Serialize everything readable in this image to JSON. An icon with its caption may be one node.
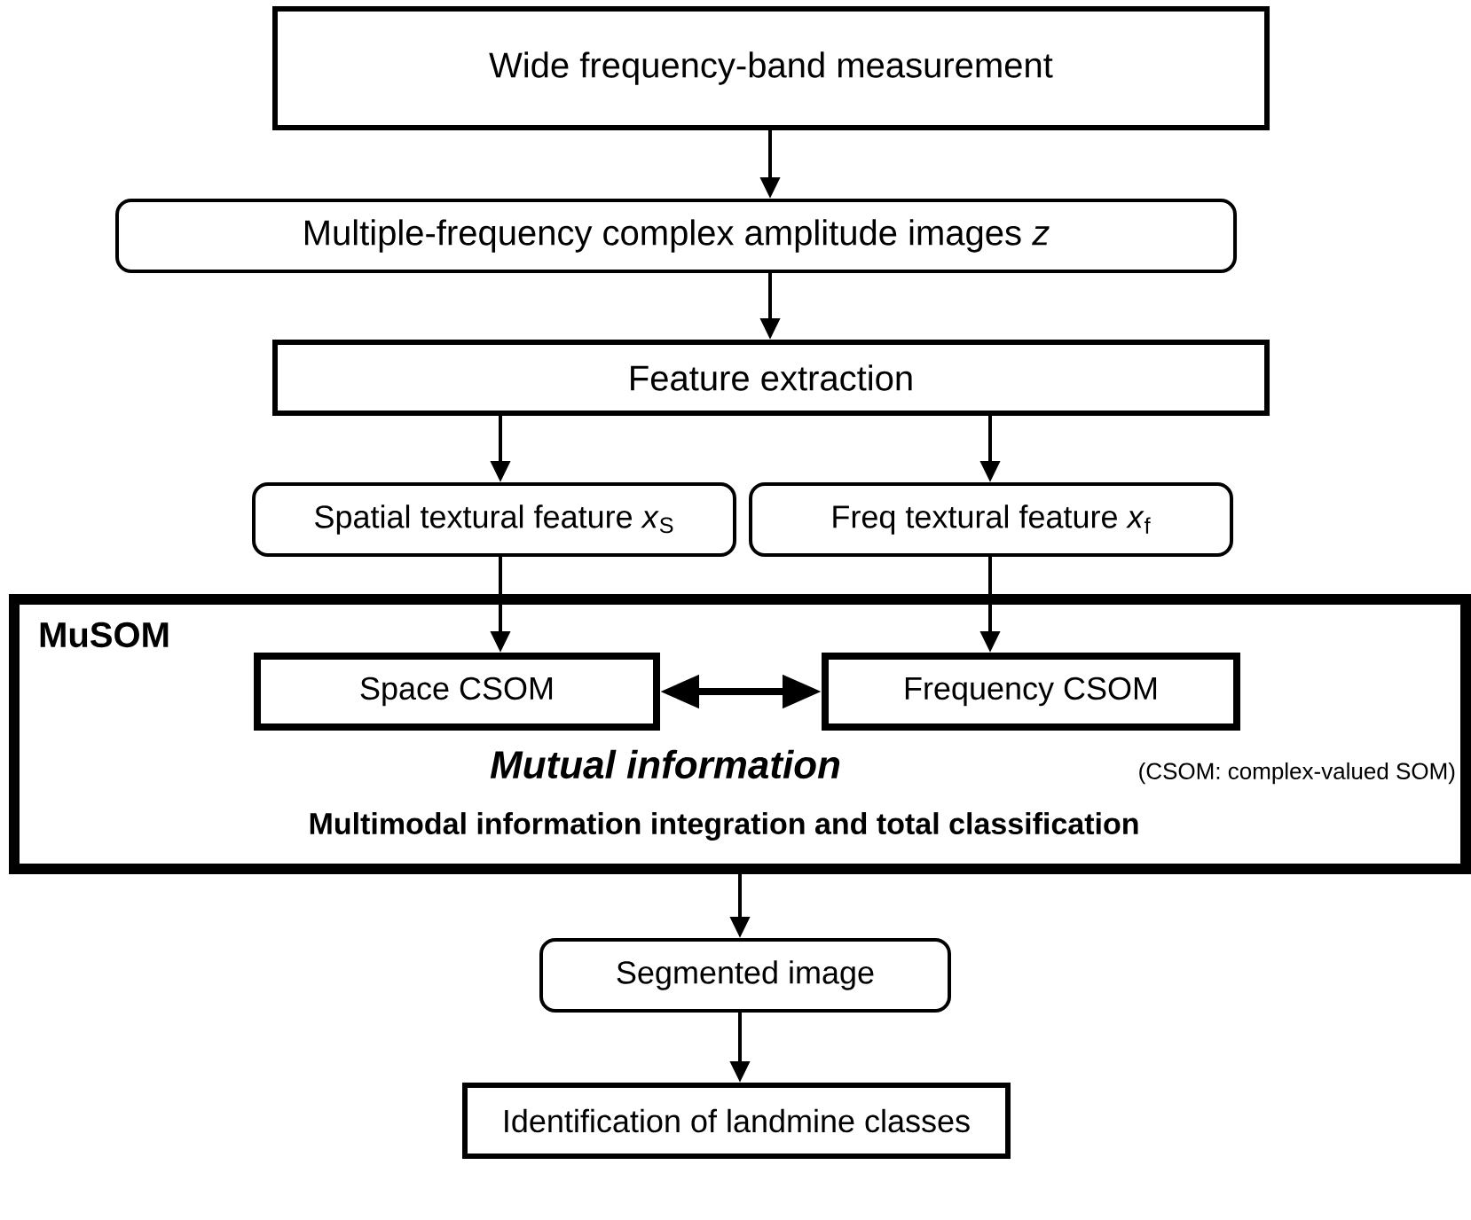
{
  "diagram": {
    "nodes": [
      {
        "text": [
          "Wide frequency-band measurement"
        ]
      },
      {
        "text": [
          "Multiple-frequency complex amplitude images *z*"
        ]
      },
      {
        "text": [
          "Feature extraction"
        ]
      },
      {
        "text": [
          "Spatial textural feature *x*$_{S}$"
        ]
      },
      {
        "text": [
          "Freq textural feature *x*$_{f}$"
        ]
      },
      {
        "text": [
          "MuSOM",
          "Multimodal information integration and total classification"
        ]
      },
      {
        "text": [
          "Space CSOM"
        ],
        "in": 5
      },
      {
        "text": [
          "Frequency CSOM"
        ],
        "in": 5
      },
      {
        "text": [
          "Segmented image"
        ]
      },
      {
        "text": [
          "Identification of landmine classes"
        ]
      }
    ],
    "edges": [
      {
        "from": 0,
        "to": 1,
        "arrow": "to"
      },
      {
        "from": 1,
        "to": 2,
        "arrow": "to"
      },
      {
        "from": 2,
        "to": 3,
        "arrow": "to"
      },
      {
        "from": 2,
        "to": 4,
        "arrow": "to"
      },
      {
        "from": 3,
        "to": 6,
        "arrow": "to"
      },
      {
        "from": 4,
        "to": 7,
        "arrow": "to"
      },
      {
        "from": 6,
        "to": 7,
        "arrow": "both",
        "style": "thick",
        "label": "Mutual information"
      },
      {
        "from": 5,
        "to": 8,
        "arrow": "to"
      },
      {
        "from": 8,
        "to": 9,
        "arrow": "to"
      }
    ],
    "labels": [
      "(CSOM: complex-valued SOM)"
    ]
  }
}
